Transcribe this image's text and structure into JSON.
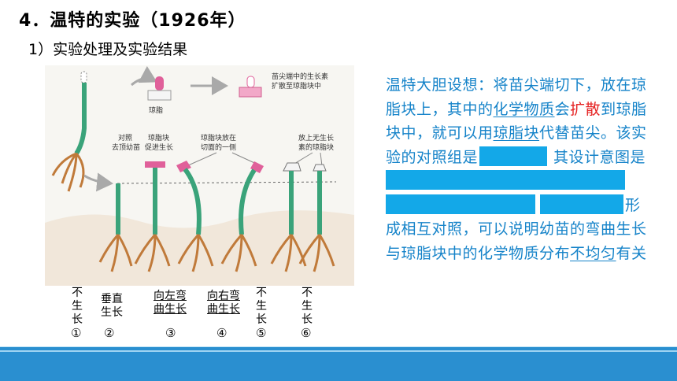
{
  "slide": {
    "title": "4．温特的实验（1926年）",
    "subtitle": "1）实验处理及实验结果"
  },
  "figure": {
    "callouts": {
      "agar": "琼脂",
      "tip_top": "苗尖端中的生长素",
      "tip_bottom": "扩散至琼脂块中",
      "ctrl_a": "对照",
      "ctrl_b": "去顶幼苗",
      "block_a": "琼脂块",
      "block_b": "促进生长",
      "side_a": "琼脂块放在",
      "side_b": "切面的一侧",
      "none_a": "放上无生长",
      "none_b": "素的琼脂块"
    },
    "results": [
      {
        "text": "不\n生\n长",
        "num": "①"
      },
      {
        "text": "垂直\n生长",
        "num": "②"
      },
      {
        "text": "向左弯\n曲生长",
        "num": "③"
      },
      {
        "text": "向右弯\n曲生长",
        "num": "④"
      },
      {
        "text": "不\n生\n长",
        "num": "⑤"
      },
      {
        "text": "不\n生\n长",
        "num": "⑥"
      }
    ]
  },
  "paragraph": {
    "p1": "温特大胆设想：将苗尖端切下，放在琼脂块上，其中的",
    "u1": "化学物质",
    "p2": "会",
    "red1": "扩散",
    "p3": "到琼脂块中，就可以用",
    "u2": "琼脂块",
    "p4": "代替苗尖。该实验的对照组是",
    "p5": "其设计意图是",
    "p6": "形成相互对照，可以说明幼苗的弯曲生长与琼脂块中的化学物质分布",
    "u3": "不均匀",
    "p7": "有关"
  },
  "colors": {
    "text_blue": "#1583c9",
    "blank_fill": "#13a8e8",
    "emphasis_red": "#e52222",
    "footer": "#2a8fd0",
    "stem_green": "#3aa37a",
    "agar_pink": "#e0609a"
  }
}
